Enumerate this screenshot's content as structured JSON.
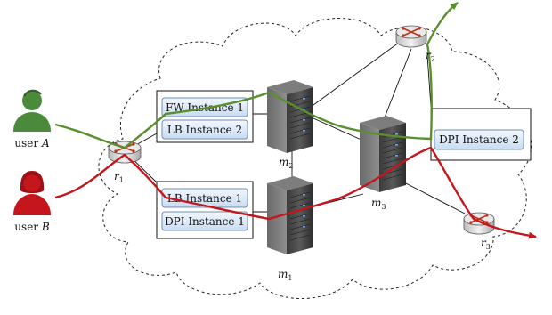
{
  "users": {
    "a": {
      "prefix": "user ",
      "name": "A",
      "color": "#3f8a3a"
    },
    "b": {
      "prefix": "user ",
      "name": "B",
      "color": "#c4161c"
    }
  },
  "routers": {
    "r1": {
      "base": "r",
      "sub": "1"
    },
    "r2": {
      "base": "r",
      "sub": "2"
    },
    "r3": {
      "base": "r",
      "sub": "3"
    }
  },
  "machines": {
    "m1": {
      "base": "m",
      "sub": "1"
    },
    "m2": {
      "base": "m",
      "sub": "2"
    },
    "m3": {
      "base": "m",
      "sub": "3"
    }
  },
  "instances": {
    "fw1": "FW Instance 1",
    "lb2": "LB Instance 2",
    "lb1": "LB Instance 1",
    "dpi1": "DPI Instance 1",
    "dpi2": "DPI Instance 2"
  },
  "colors": {
    "flow_a": "#5a8f2e",
    "flow_b": "#c4161c",
    "instance_fill": "#dbe8f7",
    "instance_stroke": "#6f8db3"
  }
}
